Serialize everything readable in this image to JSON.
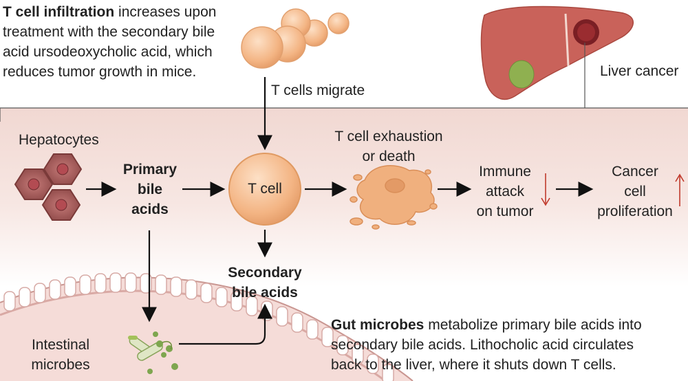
{
  "intro": {
    "bold": "T cell infiltration",
    "rest_1": " increases upon",
    "line_2": "treatment with the secondary bile",
    "line_3": "acid ursodeoxycholic acid, which",
    "line_4": "reduces tumor growth in mice."
  },
  "labels": {
    "t_cells_migrate": "T cells migrate",
    "liver_cancer": "Liver cancer",
    "hepatocytes": "Hepatocytes",
    "primary_1": "Primary",
    "primary_2": "bile",
    "primary_3": "acids",
    "t_cell": "T cell",
    "exhaustion_1": "T cell exhaustion",
    "exhaustion_2": "or death",
    "immune_1": "Immune",
    "immune_2": "attack",
    "immune_3": "on tumor",
    "cancer_1": "Cancer",
    "cancer_2": "cell",
    "cancer_3": "proliferation",
    "secondary_1": "Secondary",
    "secondary_2": "bile acids",
    "intestinal_1": "Intestinal",
    "intestinal_2": "microbes"
  },
  "gut": {
    "bold": "Gut microbes",
    "rest_1": " metabolize primary bile acids into",
    "line_2": "secondary bile acids. Lithocholic acid circulates",
    "line_3": "back to the liver, where it shuts down T cells."
  },
  "colors": {
    "band": "#f3dcd6",
    "liver": "#c9625a",
    "t_cell": "#f2b07f",
    "hepatocyte": "#a35c5c",
    "gallbladder": "#8fb050",
    "microbe": "#7ea64f",
    "arrow": "#111111",
    "trend_arrow": "#c0392b"
  }
}
